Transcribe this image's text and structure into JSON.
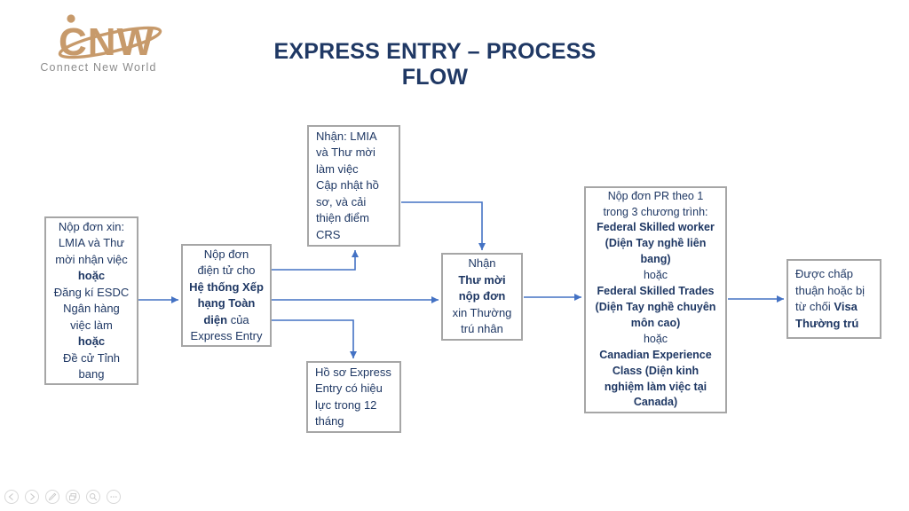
{
  "logo": {
    "text": "CNW",
    "tagline": "Connect New World",
    "color": "#c79a6b",
    "tagline_color": "#8c8c8c"
  },
  "title": {
    "text": "EXPRESS ENTRY – PROCESS FLOW",
    "color": "#1f3864"
  },
  "colors": {
    "background": "#ffffff",
    "box_border": "#a6a6a6",
    "box_text": "#1f3864",
    "arrow": "#4472c4"
  },
  "boxes": [
    {
      "name": "apply-documents",
      "align": "center",
      "segments": [
        {
          "t": "Nộp đơn xin:\nLMIA và Thư\nmời nhận việc\n",
          "b": false
        },
        {
          "t": "hoặc",
          "b": true
        },
        {
          "t": "\nĐăng kí ESDC\nNgân hàng\nviệc làm\n",
          "b": false
        },
        {
          "t": "hoặc",
          "b": true
        },
        {
          "t": "\nĐề cử Tỉnh\nbang",
          "b": false
        }
      ]
    },
    {
      "name": "submit-ee-profile",
      "align": "center",
      "segments": [
        {
          "t": "Nộp đơn\nđiện tử cho\n",
          "b": false
        },
        {
          "t": "Hệ thống Xếp\nhạng Toàn\ndiện",
          "b": true
        },
        {
          "t": " của\nExpress Entry",
          "b": false
        }
      ]
    },
    {
      "name": "receive-lmia-update-crs",
      "align": "left",
      "segments": [
        {
          "t": "Nhận: LMIA\nvà Thư mời\nlàm việc\nCập nhật hồ\nsơ, và cải\nthiện điểm\nCRS",
          "b": false
        }
      ]
    },
    {
      "name": "profile-validity",
      "align": "left",
      "segments": [
        {
          "t": "Hồ sơ Express\nEntry có hiệu\nlực trong 12\ntháng",
          "b": false
        }
      ]
    },
    {
      "name": "receive-ita",
      "align": "center",
      "segments": [
        {
          "t": "Nhận\n",
          "b": false
        },
        {
          "t": "Thư mời\nnộp đơn",
          "b": true
        },
        {
          "t": "\nxin Thường\ntrú nhân",
          "b": false
        }
      ]
    },
    {
      "name": "pr-programs",
      "align": "center",
      "segments": [
        {
          "t": "Nộp đơn PR theo 1\ntrong 3 chương trình:\n",
          "b": false
        },
        {
          "t": "Federal Skilled worker\n(Diện Tay nghề liên\nbang)",
          "b": true
        },
        {
          "t": "\nhoặc\n",
          "b": false
        },
        {
          "t": "Federal Skilled Trades\n(Diện Tay nghề chuyên\nmôn cao)",
          "b": true
        },
        {
          "t": "\nhoặc\n",
          "b": false
        },
        {
          "t": "Canadian Experience\nClass (Diện kinh\nnghiệm làm việc tại\nCanada)",
          "b": true
        }
      ]
    },
    {
      "name": "visa-decision",
      "align": "left",
      "segments": [
        {
          "t": "Được chấp\nthuận hoặc bị\ntừ chối ",
          "b": false
        },
        {
          "t": "Visa\nThường trú",
          "b": true
        }
      ]
    }
  ],
  "arrows": [
    {
      "name": "apply-to-profile",
      "from": "apply-documents",
      "to": "submit-ee-profile"
    },
    {
      "name": "profile-to-receive-update",
      "from": "submit-ee-profile",
      "to": "receive-lmia-update-crs"
    },
    {
      "name": "profile-to-ita",
      "from": "submit-ee-profile",
      "to": "receive-ita"
    },
    {
      "name": "profile-to-validity",
      "from": "submit-ee-profile",
      "to": "profile-validity"
    },
    {
      "name": "receive-update-to-ita",
      "from": "receive-lmia-update-crs",
      "to": "receive-ita"
    },
    {
      "name": "ita-to-pr",
      "from": "receive-ita",
      "to": "pr-programs"
    },
    {
      "name": "pr-to-decision",
      "from": "pr-programs",
      "to": "visa-decision"
    }
  ],
  "toolbar": {
    "buttons": [
      {
        "name": "previous-slide",
        "icon": "left-arrow-icon"
      },
      {
        "name": "next-slide",
        "icon": "right-arrow-icon"
      },
      {
        "name": "pen-tools",
        "icon": "pen-icon"
      },
      {
        "name": "see-all-slides",
        "icon": "slides-icon"
      },
      {
        "name": "zoom-slide",
        "icon": "magnifier-icon"
      },
      {
        "name": "more-options",
        "icon": "ellipsis-icon"
      }
    ]
  }
}
